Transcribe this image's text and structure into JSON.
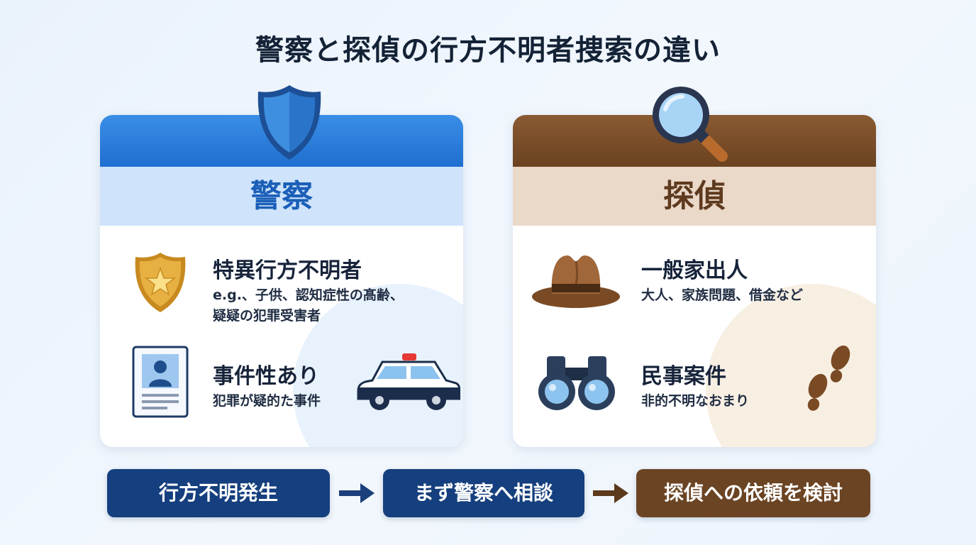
{
  "title": "警察と探偵の行方不明者捜索の違い",
  "police": {
    "header": "警察",
    "header_icon": "shield-icon",
    "items": [
      {
        "icon": "police-badge-icon",
        "title": "特異行方不明者",
        "desc_line1": "e.g.、子供、認知症性の髙齢、",
        "desc_line2": "疑疑の犯罪受害者"
      },
      {
        "icon": "id-card-icon",
        "title": "事件性あり",
        "desc_line1": "犯罪が疑的た事件",
        "extra_icon": "police-car-icon"
      }
    ]
  },
  "detective": {
    "header": "探偵",
    "header_icon": "magnifying-glass-icon",
    "items": [
      {
        "icon": "fedora-hat-icon",
        "title": "一般家出人",
        "desc_line1": "大人、家族問題、借金など"
      },
      {
        "icon": "binoculars-icon",
        "title": "民事案件",
        "desc_line1": "非的不明なおまり",
        "extra_icon": "footprints-icon"
      }
    ]
  },
  "flow": {
    "steps": [
      "行方不明発生",
      "まず警察へ相談",
      "探偵への依頼を検討"
    ],
    "arrow_icon": "right-arrow-icon"
  },
  "colors": {
    "police_blue": "#1f6fd0",
    "police_band": "#cfe4fb",
    "detective_brown": "#6b4220",
    "detective_band": "#ead8c8",
    "flow_navy": "#153f7e",
    "flow_brown": "#6b4423"
  }
}
